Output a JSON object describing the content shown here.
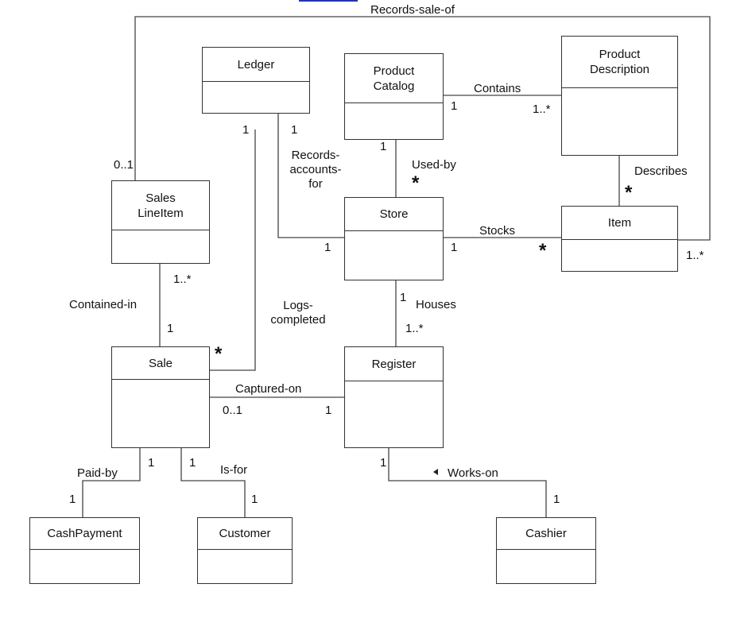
{
  "classes": {
    "ledger": "Ledger",
    "product_catalog": "Product\nCatalog",
    "product_description": "Product\nDescription",
    "sales_line_item": "Sales\nLineItem",
    "store": "Store",
    "item": "Item",
    "sale": "Sale",
    "register": "Register",
    "cash_payment": "CashPayment",
    "customer": "Customer",
    "cashier": "Cashier"
  },
  "associations": {
    "records_sale_of": "Records-sale-of",
    "contains": "Contains",
    "records_accounts_for": "Records-\naccounts-\nfor",
    "used_by": "Used-by",
    "describes": "Describes",
    "stocks": "Stocks",
    "contained_in": "Contained-in",
    "logs_completed": "Logs-\ncompleted",
    "houses": "Houses",
    "captured_on": "Captured-on",
    "paid_by": "Paid-by",
    "is_for": "Is-for",
    "works_on": "Works-on"
  },
  "multiplicities": {
    "sli_records": "0..1",
    "item_records": "1..*",
    "catalog_contains": "1",
    "desc_contains": "1..*",
    "ledger_logs": "1",
    "ledger_records": "1",
    "catalog_usedby": "1",
    "store_usedby": "*",
    "desc_describes": "*",
    "store_records": "1",
    "store_stocks": "1",
    "item_stocks": "*",
    "sli_contained": "1..*",
    "sale_contained": "1",
    "sale_logs": "*",
    "store_houses": "1",
    "register_houses": "1..*",
    "sale_captured": "0..1",
    "register_captured": "1",
    "sale_paid": "1",
    "cash_paid": "1",
    "sale_isfor": "1",
    "customer_isfor": "1",
    "register_works": "1",
    "cashier_works": "1"
  },
  "colors": {
    "top_link": "#1a33cc",
    "line": "#444444"
  }
}
